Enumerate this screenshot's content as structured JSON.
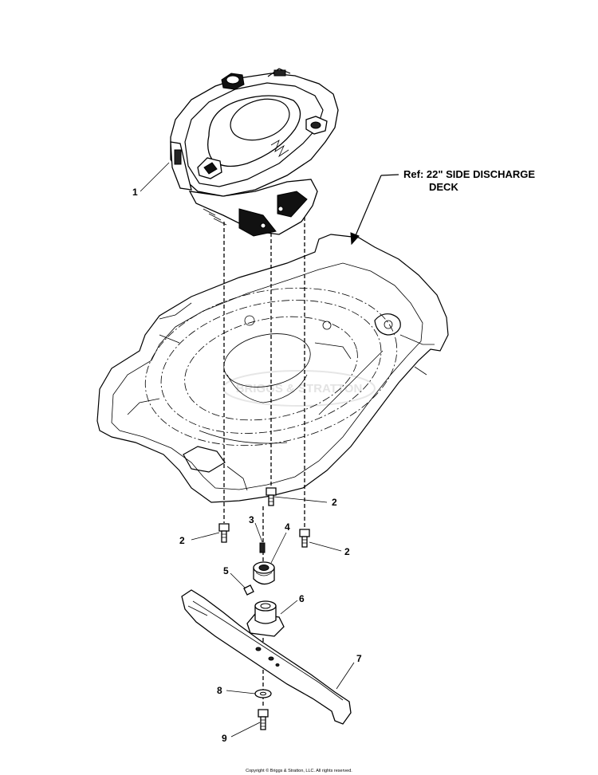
{
  "reference_note": {
    "line1": "Ref: 22\" SIDE DISCHARGE",
    "line2": "DECK"
  },
  "callouts": [
    {
      "id": "1",
      "text": "1"
    },
    {
      "id": "2a",
      "text": "2"
    },
    {
      "id": "2b",
      "text": "2"
    },
    {
      "id": "2c",
      "text": "2"
    },
    {
      "id": "3",
      "text": "3"
    },
    {
      "id": "4",
      "text": "4"
    },
    {
      "id": "5",
      "text": "5"
    },
    {
      "id": "6",
      "text": "6"
    },
    {
      "id": "7",
      "text": "7"
    },
    {
      "id": "8",
      "text": "8"
    },
    {
      "id": "9",
      "text": "9"
    }
  ],
  "watermark": "BRIGGS & STRATTON",
  "copyright": "Copyright © Briggs & Stratton, LLC. All rights reserved."
}
